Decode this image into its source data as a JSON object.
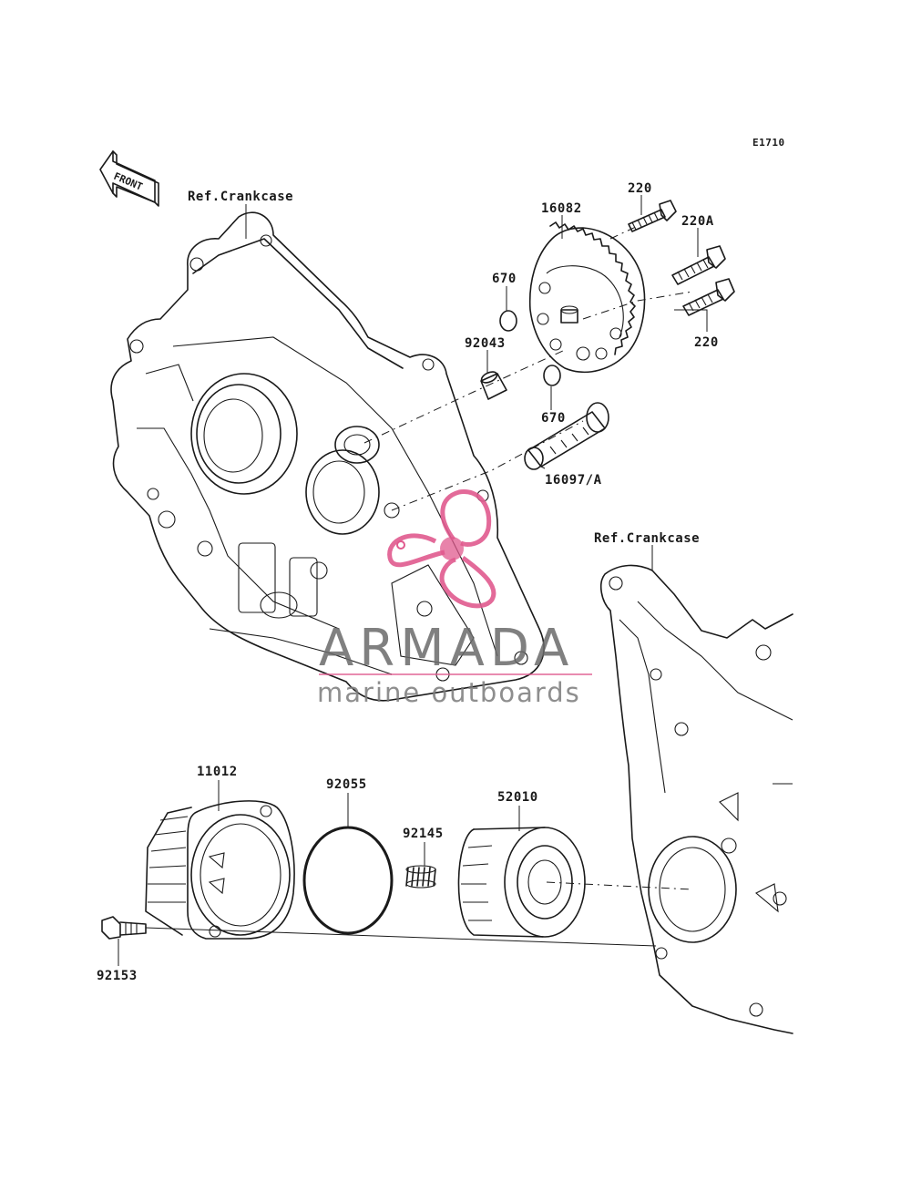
{
  "diagram": {
    "code": "E1710",
    "front_label": "FRONT",
    "parts": {
      "ref_crankcase_upper": "Ref.Crankcase",
      "ref_crankcase_lower": "Ref.Crankcase",
      "p220_top": "220",
      "p220a": "220A",
      "p220_bottom": "220",
      "p16082": "16082",
      "p670_top": "670",
      "p92043": "92043",
      "p670_bottom": "670",
      "p16097a": "16097/A",
      "p11012": "11012",
      "p92055": "92055",
      "p92145": "92145",
      "p52010": "52010",
      "p92153": "92153"
    }
  },
  "watermark": {
    "title": "ARMADA",
    "subtitle": "marine outboards",
    "logo_color": "#e05a8e",
    "text_color": "#6a6a6a"
  }
}
